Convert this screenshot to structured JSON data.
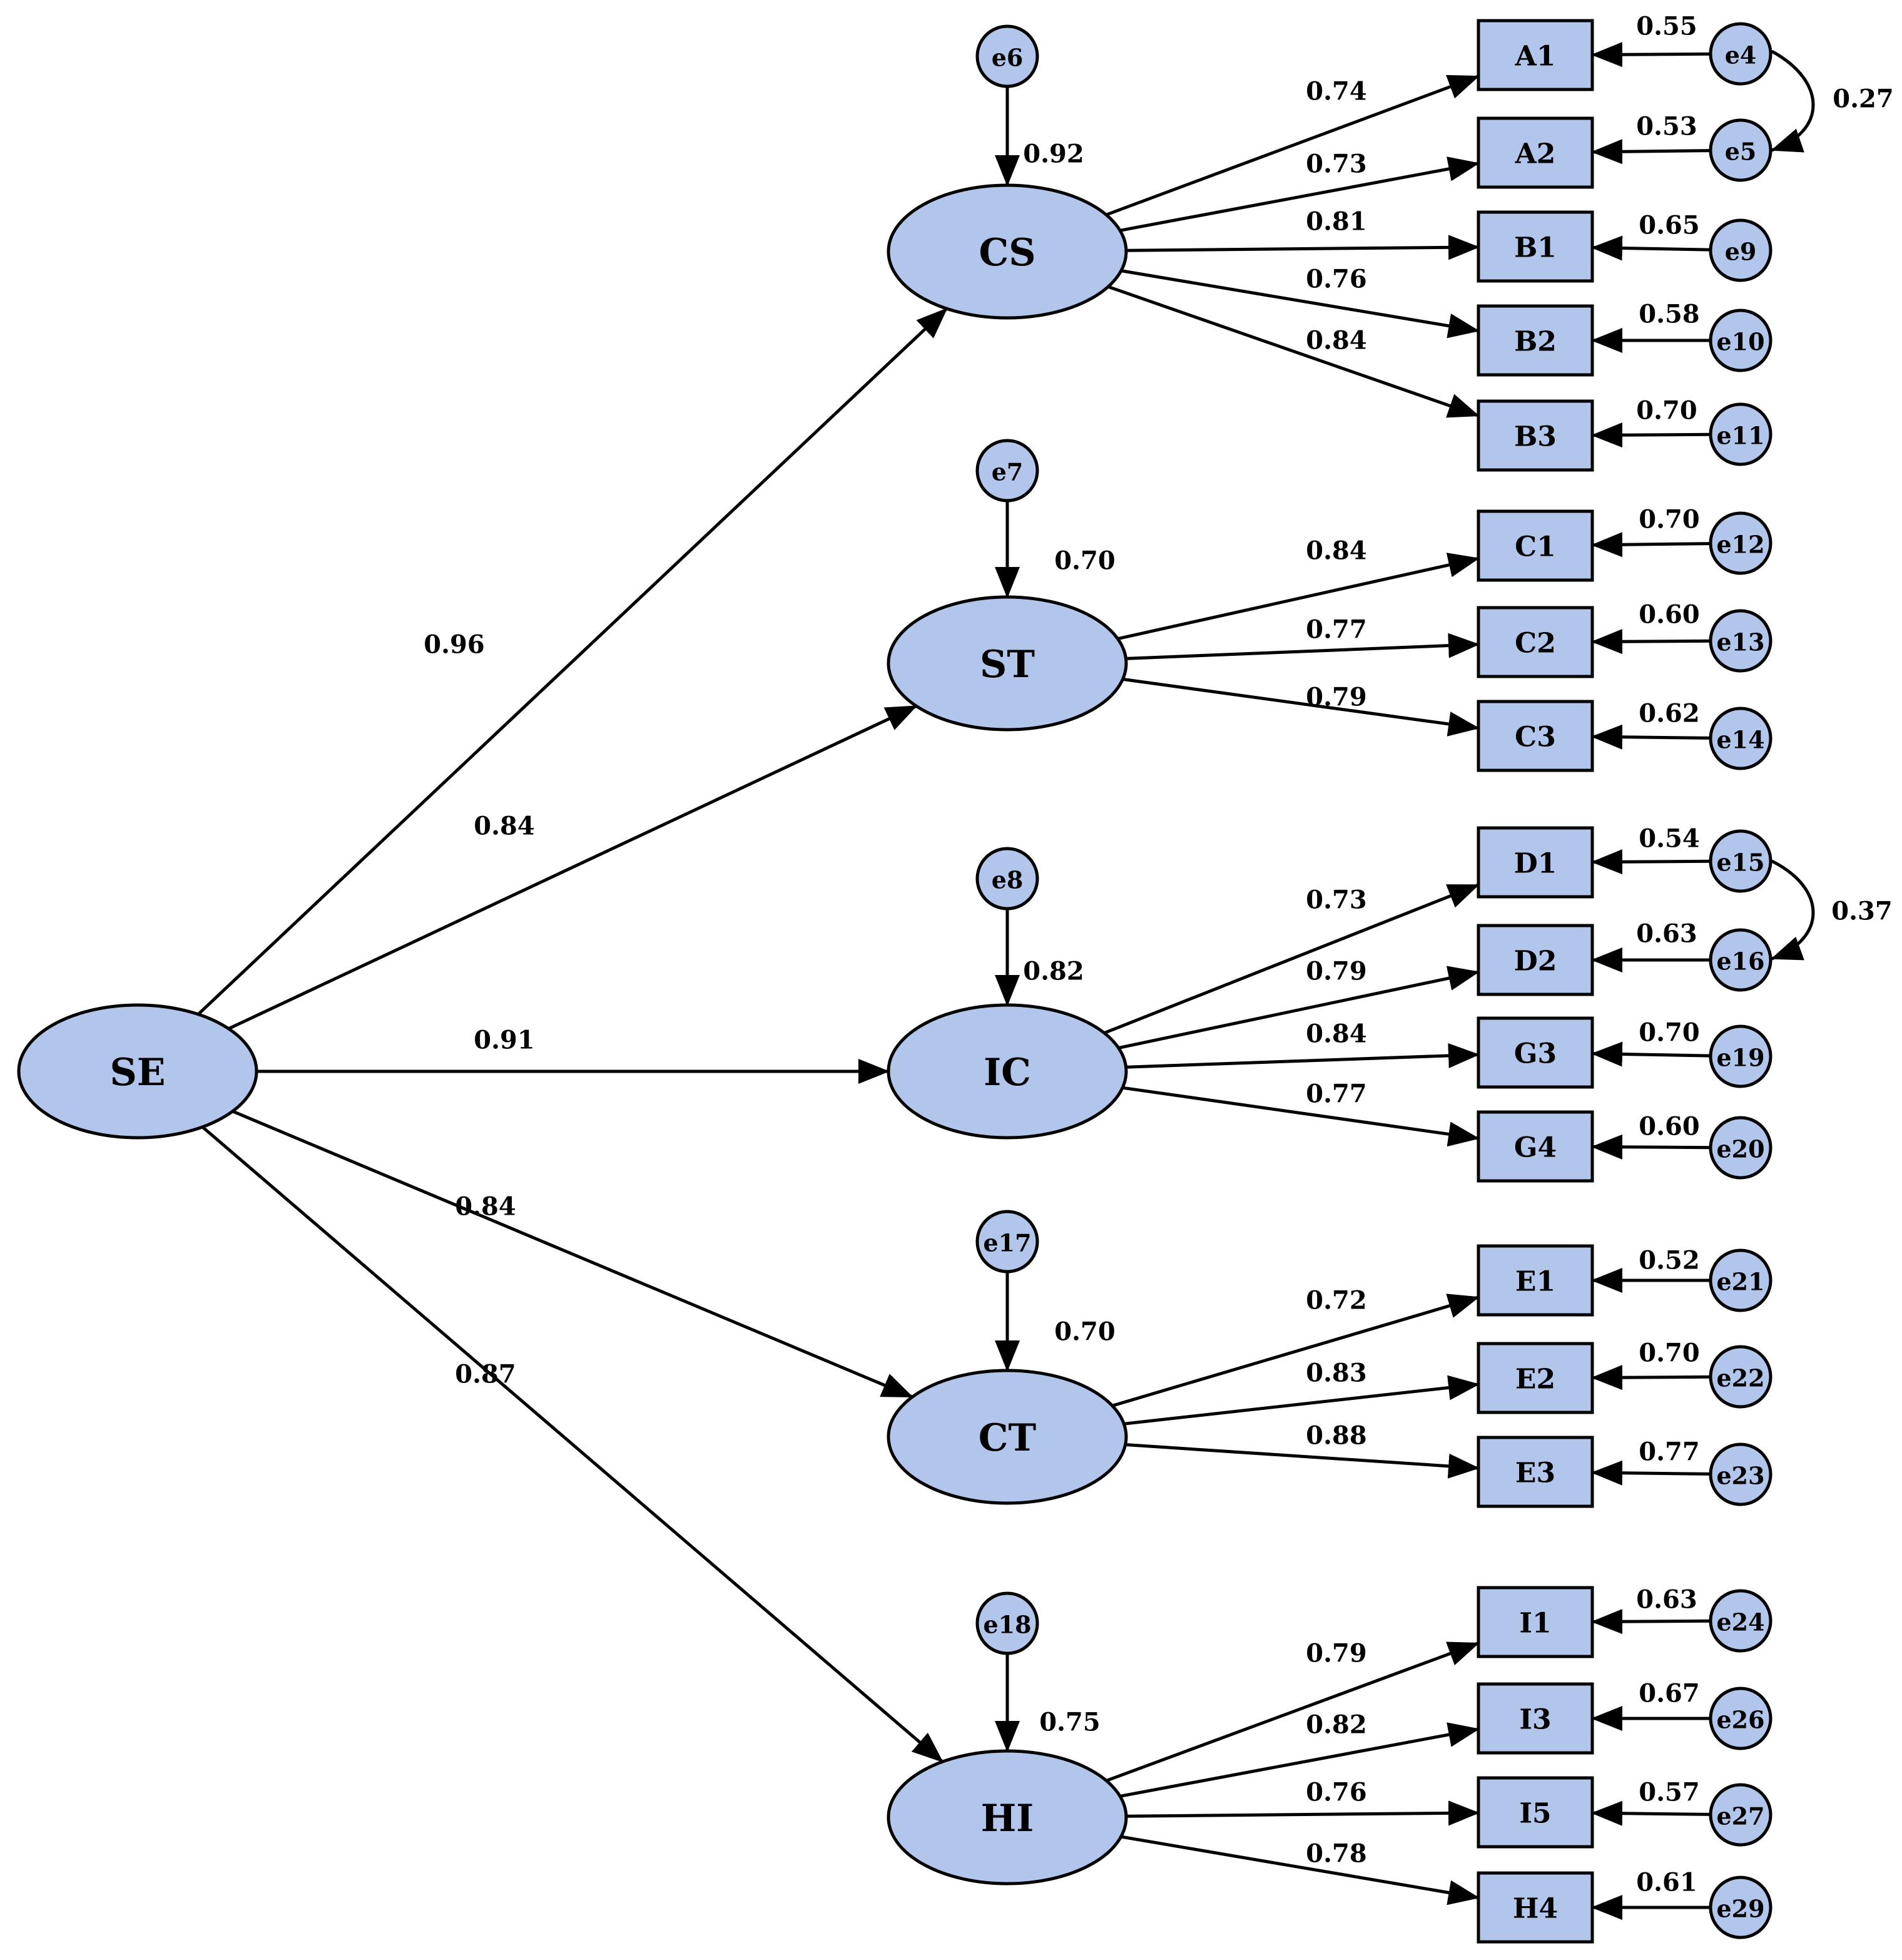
{
  "diagram": {
    "colors": {
      "fill": "#b1c6ea",
      "stroke": "#000000",
      "background": "#ffffff"
    },
    "nodes": [
      {
        "id": "SE",
        "label": "SE",
        "shape": "ellipse"
      },
      {
        "id": "CS",
        "label": "CS",
        "shape": "ellipse"
      },
      {
        "id": "ST",
        "label": "ST",
        "shape": "ellipse"
      },
      {
        "id": "IC",
        "label": "IC",
        "shape": "ellipse"
      },
      {
        "id": "CT",
        "label": "CT",
        "shape": "ellipse"
      },
      {
        "id": "HI",
        "label": "HI",
        "shape": "ellipse"
      },
      {
        "id": "e6",
        "label": "e6",
        "shape": "circle"
      },
      {
        "id": "e7",
        "label": "e7",
        "shape": "circle"
      },
      {
        "id": "e8",
        "label": "e8",
        "shape": "circle"
      },
      {
        "id": "e17",
        "label": "e17",
        "shape": "circle"
      },
      {
        "id": "e18",
        "label": "e18",
        "shape": "circle"
      },
      {
        "id": "A1",
        "label": "A1",
        "shape": "rect"
      },
      {
        "id": "A2",
        "label": "A2",
        "shape": "rect"
      },
      {
        "id": "B1",
        "label": "B1",
        "shape": "rect"
      },
      {
        "id": "B2",
        "label": "B2",
        "shape": "rect"
      },
      {
        "id": "B3",
        "label": "B3",
        "shape": "rect"
      },
      {
        "id": "C1",
        "label": "C1",
        "shape": "rect"
      },
      {
        "id": "C2",
        "label": "C2",
        "shape": "rect"
      },
      {
        "id": "C3",
        "label": "C3",
        "shape": "rect"
      },
      {
        "id": "D1",
        "label": "D1",
        "shape": "rect"
      },
      {
        "id": "D2",
        "label": "D2",
        "shape": "rect"
      },
      {
        "id": "G3",
        "label": "G3",
        "shape": "rect"
      },
      {
        "id": "G4",
        "label": "G4",
        "shape": "rect"
      },
      {
        "id": "E1",
        "label": "E1",
        "shape": "rect"
      },
      {
        "id": "E2",
        "label": "E2",
        "shape": "rect"
      },
      {
        "id": "E3",
        "label": "E3",
        "shape": "rect"
      },
      {
        "id": "I1",
        "label": "I1",
        "shape": "rect"
      },
      {
        "id": "I3",
        "label": "I3",
        "shape": "rect"
      },
      {
        "id": "I5",
        "label": "I5",
        "shape": "rect"
      },
      {
        "id": "H4",
        "label": "H4",
        "shape": "rect"
      },
      {
        "id": "e4",
        "label": "e4",
        "shape": "circle"
      },
      {
        "id": "e5",
        "label": "e5",
        "shape": "circle"
      },
      {
        "id": "e9",
        "label": "e9",
        "shape": "circle"
      },
      {
        "id": "e10",
        "label": "e10",
        "shape": "circle"
      },
      {
        "id": "e11",
        "label": "e11",
        "shape": "circle"
      },
      {
        "id": "e12",
        "label": "e12",
        "shape": "circle"
      },
      {
        "id": "e13",
        "label": "e13",
        "shape": "circle"
      },
      {
        "id": "e14",
        "label": "e14",
        "shape": "circle"
      },
      {
        "id": "e15",
        "label": "e15",
        "shape": "circle"
      },
      {
        "id": "e16",
        "label": "e16",
        "shape": "circle"
      },
      {
        "id": "e19",
        "label": "e19",
        "shape": "circle"
      },
      {
        "id": "e20",
        "label": "e20",
        "shape": "circle"
      },
      {
        "id": "e21",
        "label": "e21",
        "shape": "circle"
      },
      {
        "id": "e22",
        "label": "e22",
        "shape": "circle"
      },
      {
        "id": "e23",
        "label": "e23",
        "shape": "circle"
      },
      {
        "id": "e24",
        "label": "e24",
        "shape": "circle"
      },
      {
        "id": "e26",
        "label": "e26",
        "shape": "circle"
      },
      {
        "id": "e27",
        "label": "e27",
        "shape": "circle"
      },
      {
        "id": "e29",
        "label": "e29",
        "shape": "circle"
      }
    ],
    "edges": [
      {
        "from": "SE",
        "to": "CS",
        "label": "0.96"
      },
      {
        "from": "SE",
        "to": "ST",
        "label": "0.84"
      },
      {
        "from": "SE",
        "to": "IC",
        "label": "0.91"
      },
      {
        "from": "SE",
        "to": "CT",
        "label": "0.84"
      },
      {
        "from": "SE",
        "to": "HI",
        "label": "0.87"
      },
      {
        "from": "e6",
        "to": "CS",
        "label": "0.92"
      },
      {
        "from": "e7",
        "to": "ST",
        "label": "0.70"
      },
      {
        "from": "e8",
        "to": "IC",
        "label": "0.82"
      },
      {
        "from": "e17",
        "to": "CT",
        "label": "0.70"
      },
      {
        "from": "e18",
        "to": "HI",
        "label": "0.75"
      },
      {
        "from": "CS",
        "to": "A1",
        "label": "0.74"
      },
      {
        "from": "CS",
        "to": "A2",
        "label": "0.73"
      },
      {
        "from": "CS",
        "to": "B1",
        "label": "0.81"
      },
      {
        "from": "CS",
        "to": "B2",
        "label": "0.76"
      },
      {
        "from": "CS",
        "to": "B3",
        "label": "0.84"
      },
      {
        "from": "ST",
        "to": "C1",
        "label": "0.84"
      },
      {
        "from": "ST",
        "to": "C2",
        "label": "0.77"
      },
      {
        "from": "ST",
        "to": "C3",
        "label": "0.79"
      },
      {
        "from": "IC",
        "to": "D1",
        "label": "0.73"
      },
      {
        "from": "IC",
        "to": "D2",
        "label": "0.79"
      },
      {
        "from": "IC",
        "to": "G3",
        "label": "0.84"
      },
      {
        "from": "IC",
        "to": "G4",
        "label": "0.77"
      },
      {
        "from": "CT",
        "to": "E1",
        "label": "0.72"
      },
      {
        "from": "CT",
        "to": "E2",
        "label": "0.83"
      },
      {
        "from": "CT",
        "to": "E3",
        "label": "0.88"
      },
      {
        "from": "HI",
        "to": "I1",
        "label": "0.79"
      },
      {
        "from": "HI",
        "to": "I3",
        "label": "0.82"
      },
      {
        "from": "HI",
        "to": "I5",
        "label": "0.76"
      },
      {
        "from": "HI",
        "to": "H4",
        "label": "0.78"
      },
      {
        "from": "e4",
        "to": "A1",
        "label": "0.55"
      },
      {
        "from": "e5",
        "to": "A2",
        "label": "0.53"
      },
      {
        "from": "e9",
        "to": "B1",
        "label": "0.65"
      },
      {
        "from": "e10",
        "to": "B2",
        "label": "0.58"
      },
      {
        "from": "e11",
        "to": "B3",
        "label": "0.70"
      },
      {
        "from": "e12",
        "to": "C1",
        "label": "0.70"
      },
      {
        "from": "e13",
        "to": "C2",
        "label": "0.60"
      },
      {
        "from": "e14",
        "to": "C3",
        "label": "0.62"
      },
      {
        "from": "e15",
        "to": "D1",
        "label": "0.54"
      },
      {
        "from": "e16",
        "to": "D2",
        "label": "0.63"
      },
      {
        "from": "e19",
        "to": "G3",
        "label": "0.70"
      },
      {
        "from": "e20",
        "to": "G4",
        "label": "0.60"
      },
      {
        "from": "e21",
        "to": "E1",
        "label": "0.52"
      },
      {
        "from": "e22",
        "to": "E2",
        "label": "0.70"
      },
      {
        "from": "e23",
        "to": "E3",
        "label": "0.77"
      },
      {
        "from": "e24",
        "to": "I1",
        "label": "0.63"
      },
      {
        "from": "e26",
        "to": "I3",
        "label": "0.67"
      },
      {
        "from": "e27",
        "to": "I5",
        "label": "0.57"
      },
      {
        "from": "e29",
        "to": "H4",
        "label": "0.61"
      }
    ],
    "covariances": [
      {
        "between": [
          "e4",
          "e5"
        ],
        "label": "0.27"
      },
      {
        "between": [
          "e15",
          "e16"
        ],
        "label": "0.37"
      }
    ]
  }
}
